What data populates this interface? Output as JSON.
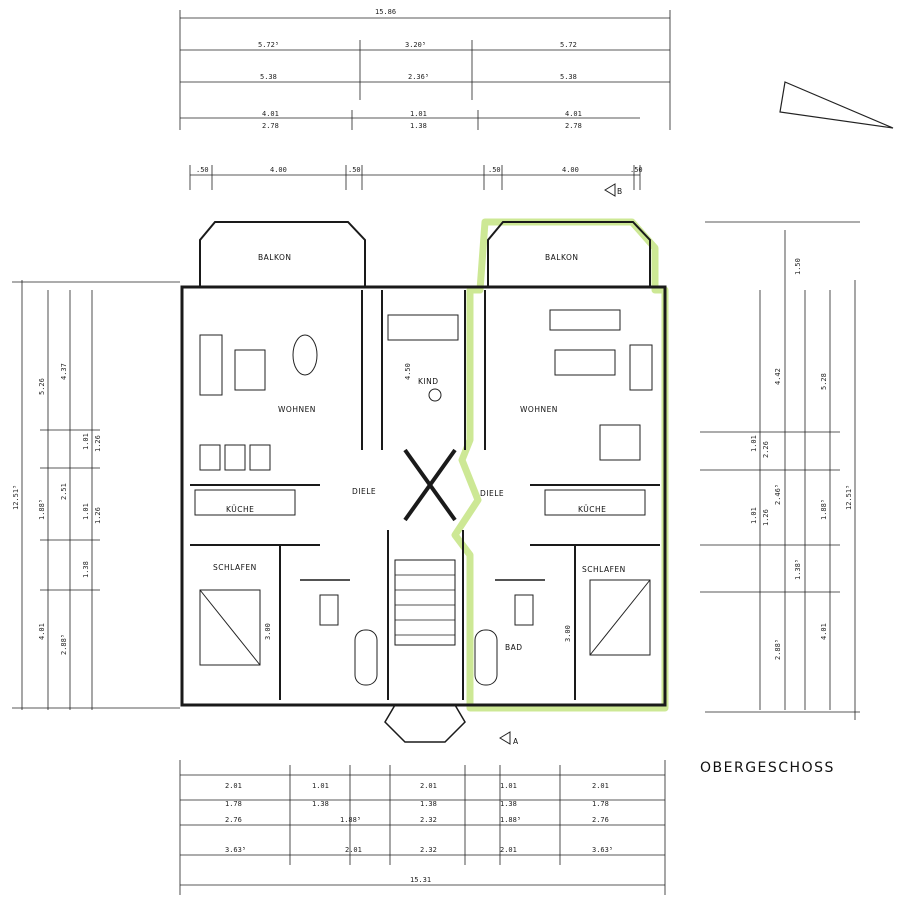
{
  "title": "OBERGESCHOSS",
  "rooms": {
    "balkon_left": "BALKON",
    "balkon_right": "BALKON",
    "wohnen_left": "WOHNEN",
    "wohnen_right": "WOHNEN",
    "kind": "KIND",
    "diele_left": "DIELE",
    "diele_right": "DIELE",
    "kueche_left": "KÜCHE",
    "kueche_right": "KÜCHE",
    "schlafen_left": "SCHLAFEN",
    "schlafen_right": "SCHLAFEN",
    "bad": "BAD"
  },
  "section_marks": {
    "a": "A",
    "b": "B"
  },
  "dimensions": {
    "top": {
      "overall": "15.86",
      "row1": [
        "5.72⁵",
        "3.20⁵",
        "5.72"
      ],
      "row2": [
        "5.38",
        "2.36⁵",
        "5.38"
      ],
      "row3": [
        "4.01",
        "1.01",
        "4.01"
      ],
      "row4": [
        "2.78",
        "1.38",
        "2.78"
      ],
      "row5": [
        ".50",
        "4.00",
        ".50",
        ".50",
        "4.00",
        ".50"
      ]
    },
    "bottom": {
      "row1": [
        "2.01",
        "1.01",
        "2.01",
        "1.01",
        "2.01"
      ],
      "row2": [
        "1.78",
        "1.38",
        "1.38",
        "1.38",
        "1.78"
      ],
      "row3": [
        "2.76",
        "1.88⁵",
        "2.32",
        "1.88⁵",
        "2.76"
      ],
      "row4": [
        "3.63⁵",
        "2.01",
        "2.32",
        "2.01",
        "3.63⁵"
      ],
      "overall": "15.31"
    },
    "left": {
      "overall": "12.51⁵",
      "col1": [
        "5.26",
        "1.88⁵",
        "4.01"
      ],
      "col2": [
        "4.37",
        "2.51",
        "2.88⁵"
      ],
      "col3": [
        "1.01",
        "1.01",
        "1.38"
      ],
      "col4": [
        "1.26",
        "1.26"
      ]
    },
    "right": {
      "overall": "12.51⁵",
      "col1": [
        "5.28",
        "1.88⁵",
        "4.01"
      ],
      "col2": [
        "4.42",
        "2.46⁵",
        "2.88⁵"
      ],
      "col3": [
        "1.50",
        "1.01",
        "1.01",
        "1.38⁵"
      ],
      "col4": [
        "2.26",
        "1.26"
      ]
    }
  },
  "room_dims": {
    "kind_w": "4.50",
    "schlafen_left_h": "3.00",
    "schlafen_right_h": "3.00"
  },
  "colors": {
    "highlight": "#c8e68a",
    "ink": "#1a1a1a"
  }
}
